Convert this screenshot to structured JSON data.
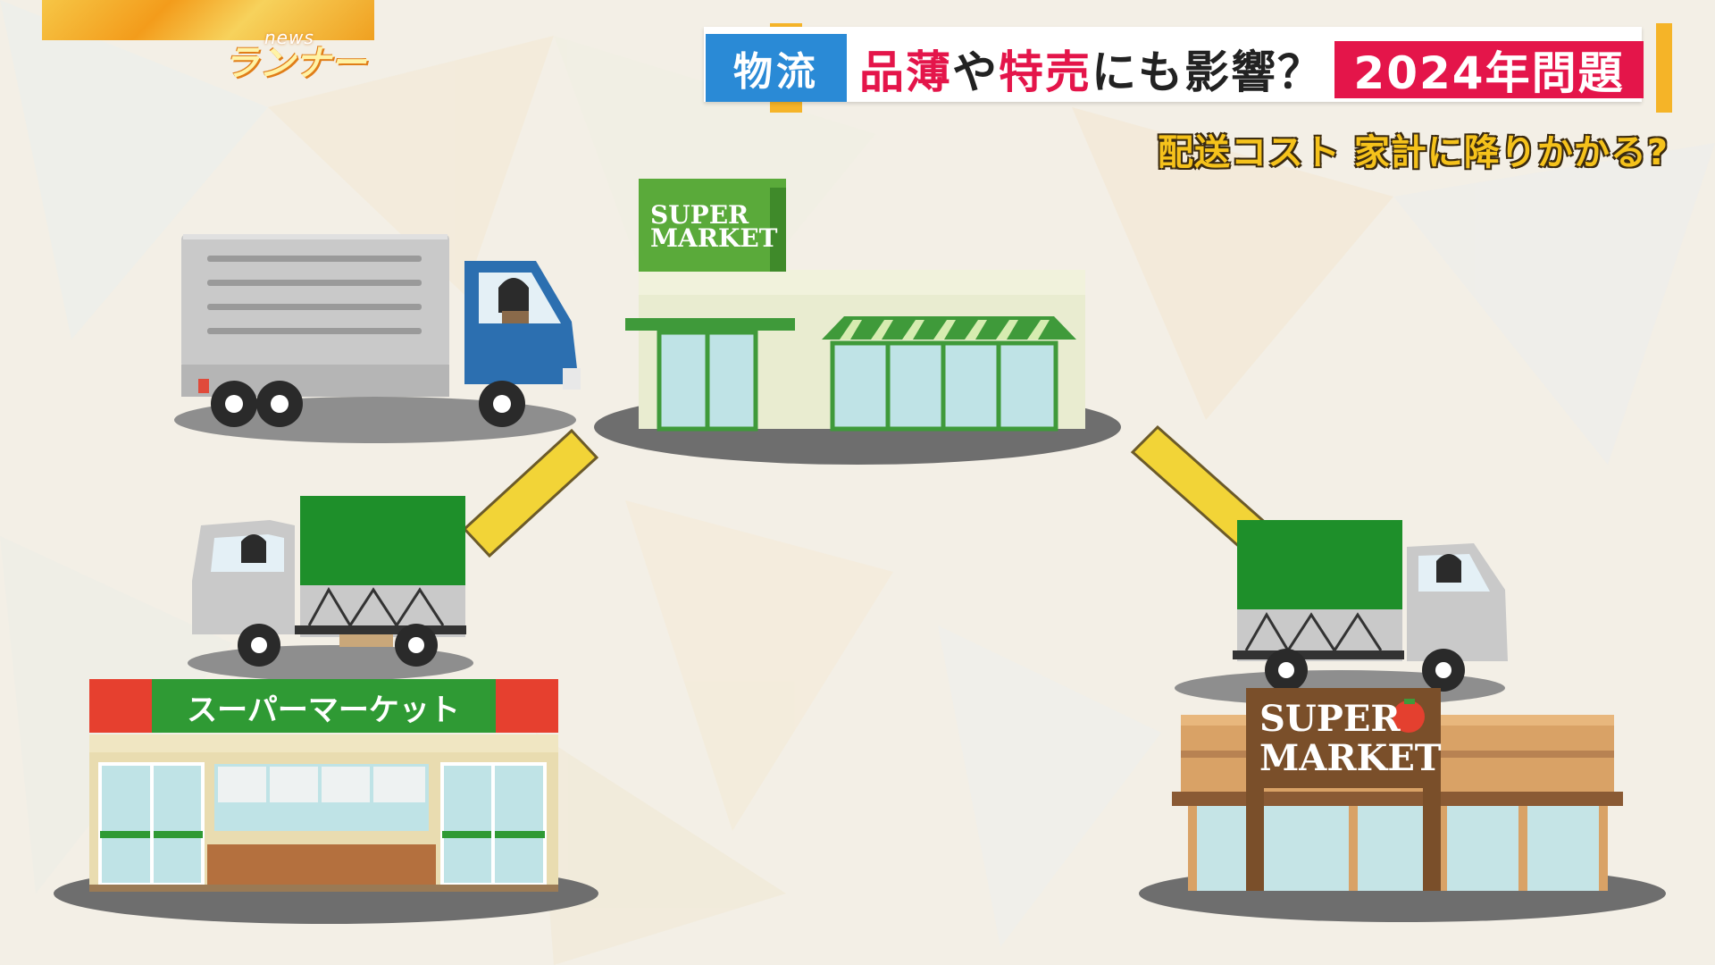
{
  "logo": {
    "small": "news",
    "main": "ランナー"
  },
  "title": {
    "tag": "物流",
    "headline_red_1": "品薄",
    "headline_dark_1": "や",
    "headline_red_2": "特売",
    "headline_dark_2": "にも影響？",
    "badge": "2024年問題"
  },
  "subtitle": "配送コスト 家計に降りかかる?",
  "stores": {
    "center": {
      "line1": "SUPER",
      "line2": "MARKET"
    },
    "left": {
      "label": "スーパーマーケット"
    },
    "right": {
      "line1": "SUPER",
      "line2": "MARKET"
    }
  },
  "colors": {
    "accent_red": "#e4154a",
    "tag_blue": "#2a8ad6",
    "accent_yellow": "#f5b428",
    "store_green": "#5aaa3a",
    "truck_green": "#1e8f2a",
    "truck_blue": "#2c6fb0",
    "store_brown": "#7a4f2a"
  }
}
